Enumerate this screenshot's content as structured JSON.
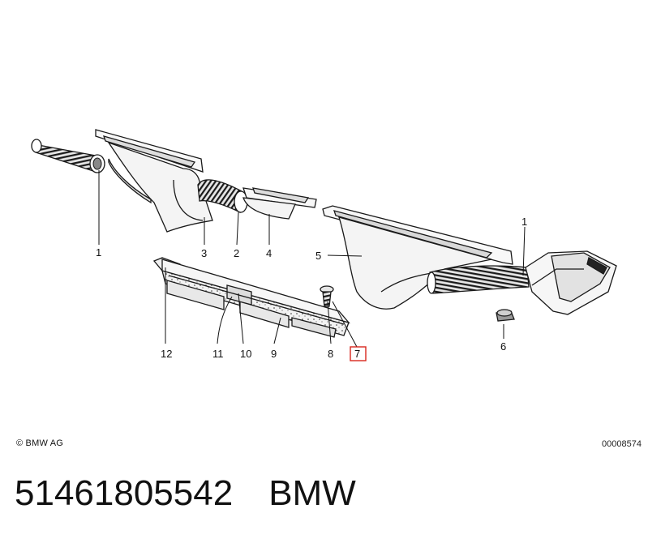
{
  "diagram": {
    "callouts": [
      {
        "id": "c1a",
        "label": "1"
      },
      {
        "id": "c3",
        "label": "3"
      },
      {
        "id": "c2",
        "label": "2"
      },
      {
        "id": "c4",
        "label": "4"
      },
      {
        "id": "c5",
        "label": "5"
      },
      {
        "id": "c1b",
        "label": "1"
      },
      {
        "id": "c12",
        "label": "12"
      },
      {
        "id": "c11",
        "label": "11"
      },
      {
        "id": "c10",
        "label": "10"
      },
      {
        "id": "c9",
        "label": "9"
      },
      {
        "id": "c8",
        "label": "8"
      },
      {
        "id": "c7",
        "label": "7",
        "highlighted": true
      },
      {
        "id": "c6",
        "label": "6"
      }
    ]
  },
  "footer": {
    "copyright": "© BMW AG",
    "reference_code": "00008574",
    "part_number": "51461805542",
    "brand": "BMW"
  },
  "colors": {
    "highlight": "#d9261c",
    "line": "#1a1a1a",
    "part_fill": "#f4f4f4"
  }
}
